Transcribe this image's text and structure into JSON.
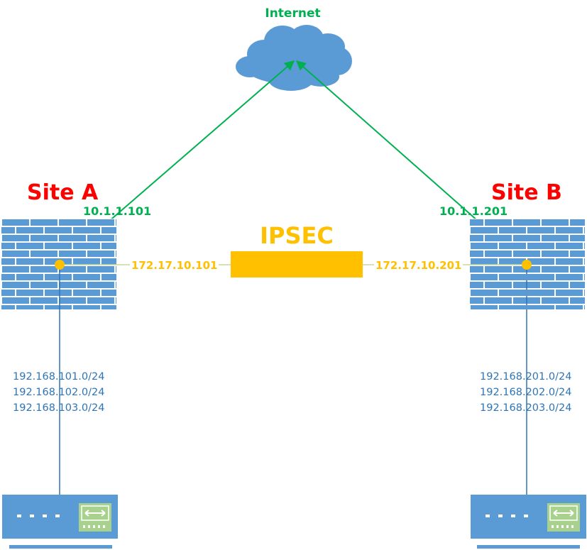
{
  "internet": {
    "label": "Internet"
  },
  "sites": [
    {
      "name": "Site A",
      "wan_ip": "10.1.1.101",
      "tunnel_ip": "172.17.10.101",
      "subnets": [
        "192.168.101.0/24",
        "192.168.102.0/24",
        "192.168.103.0/24"
      ]
    },
    {
      "name": "Site B",
      "wan_ip": "10.1.1.201",
      "tunnel_ip": "172.17.10.201",
      "subnets": [
        "192.168.201.0/24",
        "192.168.202.0/24",
        "192.168.203.0/24"
      ]
    }
  ],
  "tunnel": {
    "label": "IPSEC"
  },
  "icons": {
    "cloud": "cloud-icon",
    "firewall": "firewall-icon",
    "switch": "switch-icon"
  },
  "colors": {
    "internet_link": "#00b050",
    "site_label": "#ff0000",
    "tunnel": "#ffc000",
    "device": "#5b9bd5",
    "lan_link": "#2e75b6",
    "switch_port": "#a9d18e"
  }
}
